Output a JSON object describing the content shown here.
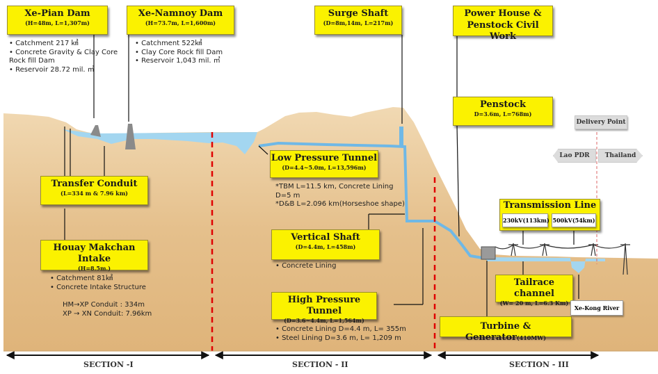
{
  "boxes": {
    "xepian": {
      "title": "Xe-Pian Dam",
      "sub": "(H=48m, L=1,307m)"
    },
    "xenamnoy": {
      "title": "Xe-Namnoy Dam",
      "sub": "(H=73.7m, L=1,600m)"
    },
    "surge": {
      "title": "Surge Shaft",
      "sub": "(D=8m,14m, L=217m)"
    },
    "powerhouse": {
      "title1": "Power House &",
      "title2": "Penstock Civil Work"
    },
    "penstock": {
      "title": "Penstock",
      "sub": "D=3.6m, L=768m)"
    },
    "transfer": {
      "title": "Transfer Conduit",
      "sub": "(L=334 m & 7.96 km)"
    },
    "lowpressure": {
      "title": "Low Pressure Tunnel",
      "sub": "(D=4.4~5.0m, L=13,596m)"
    },
    "vertical": {
      "title": "Vertical Shaft",
      "sub": "(D=4.4m, L=458m)"
    },
    "houay": {
      "title": "Houay Makchan Intake",
      "sub": "(H=8.5m.)"
    },
    "transmission": {
      "title": "Transmission Line"
    },
    "tailrace": {
      "title": "Tailrace channel",
      "sub": "(W= 20 m, L=6.3 Km)"
    },
    "highpressure": {
      "title": "High Pressure Tunnel",
      "sub": "(D=3.6~4.4m, L=1,564m)"
    },
    "turbine": {
      "title": "Turbine & Generator",
      "sub": "(410MW)"
    }
  },
  "small_labels": {
    "kv230": "230kV(113km)",
    "kv500": "500kV(54km)",
    "xekong": "Xe-Kong River"
  },
  "gray_labels": {
    "delivery": "Delivery Point",
    "lao": "Lao PDR",
    "thailand": "Thailand"
  },
  "notes": {
    "xepian": [
      "• Catchment 217 ㎢",
      "• Concrete Gravity & Clay Core",
      "Rock fill Dam",
      "• Reservoir 28.72 mil. ㎥"
    ],
    "xenamnoy": [
      "• Catchment 522㎢",
      "• Clay Core Rock fill Dam",
      "• Reservoir  1,043 mil. ㎥"
    ],
    "lowpressure": [
      "*TBM L=11.5 km, Concrete Lining",
      "D=5 m",
      "*D&B L=2.096 km(Horseshoe shape)"
    ],
    "vertical": [
      "• Concrete Lining"
    ],
    "houay": [
      "• Catchment 81㎢",
      "• Concrete Intake Structure"
    ],
    "conduits": [
      "HM→XP Conduit : 334m",
      "XP → XN Conduit: 7.96km"
    ],
    "highpressure": [
      "• Concrete Lining D=4.4 m, L= 355m",
      "• Steel Lining D=3.6 m, L= 1,209 m"
    ]
  },
  "sections": [
    "SECTION -I",
    "SECTION - II",
    "SECTION - III"
  ],
  "colors": {
    "ground": "#e8c89a",
    "water": "#9fd3ee",
    "box": "#fbf200",
    "divider": "#e00000"
  }
}
